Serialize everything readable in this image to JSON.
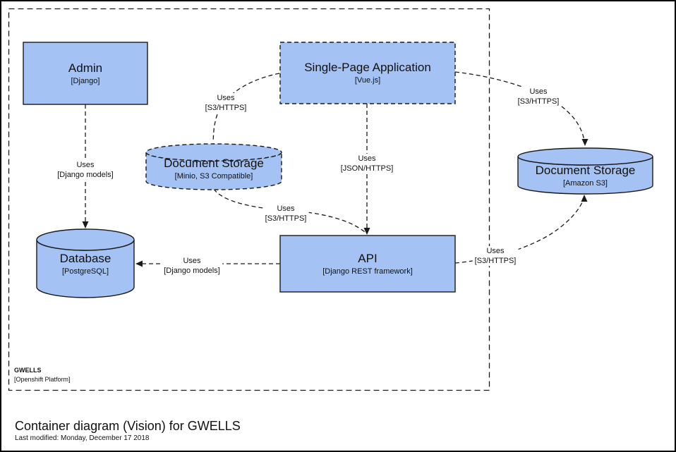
{
  "diagram": {
    "title": "Container diagram (Vision) for GWELLS",
    "last_modified": "Last modified: Monday, December 17 2018"
  },
  "boundary": {
    "name": "GWELLS",
    "technology": "[Openshift Platform]"
  },
  "elements": {
    "admin": {
      "name": "Admin",
      "technology": "[Django]"
    },
    "spa": {
      "name": "Single-Page Application",
      "technology": "[Vue.js]"
    },
    "doc_storage_minio": {
      "name": "Document Storage",
      "technology": "[Minio, S3 Compatible]"
    },
    "doc_storage_s3": {
      "name": "Document Storage",
      "technology": "[Amazon S3]"
    },
    "database": {
      "name": "Database",
      "technology": "[PostgreSQL]"
    },
    "api": {
      "name": "API",
      "technology": "[Django REST framework]"
    }
  },
  "relationships": {
    "admin_database": {
      "label": "Uses",
      "technology": "[Django models]"
    },
    "spa_minio": {
      "label": "Uses",
      "technology": "[S3/HTTPS]"
    },
    "spa_api": {
      "label": "Uses",
      "technology": "[JSON/HTTPS]"
    },
    "spa_s3": {
      "label": "Uses",
      "technology": "[S3/HTTPS]"
    },
    "minio_api": {
      "label": "Uses",
      "technology": "[S3/HTTPS]"
    },
    "api_database": {
      "label": "Uses",
      "technology": "[Django models]"
    },
    "api_s3": {
      "label": "Uses",
      "technology": "[S3/HTTPS]"
    }
  },
  "colors": {
    "element_fill": "#a4c2f4",
    "line": "#1a1a1a"
  }
}
